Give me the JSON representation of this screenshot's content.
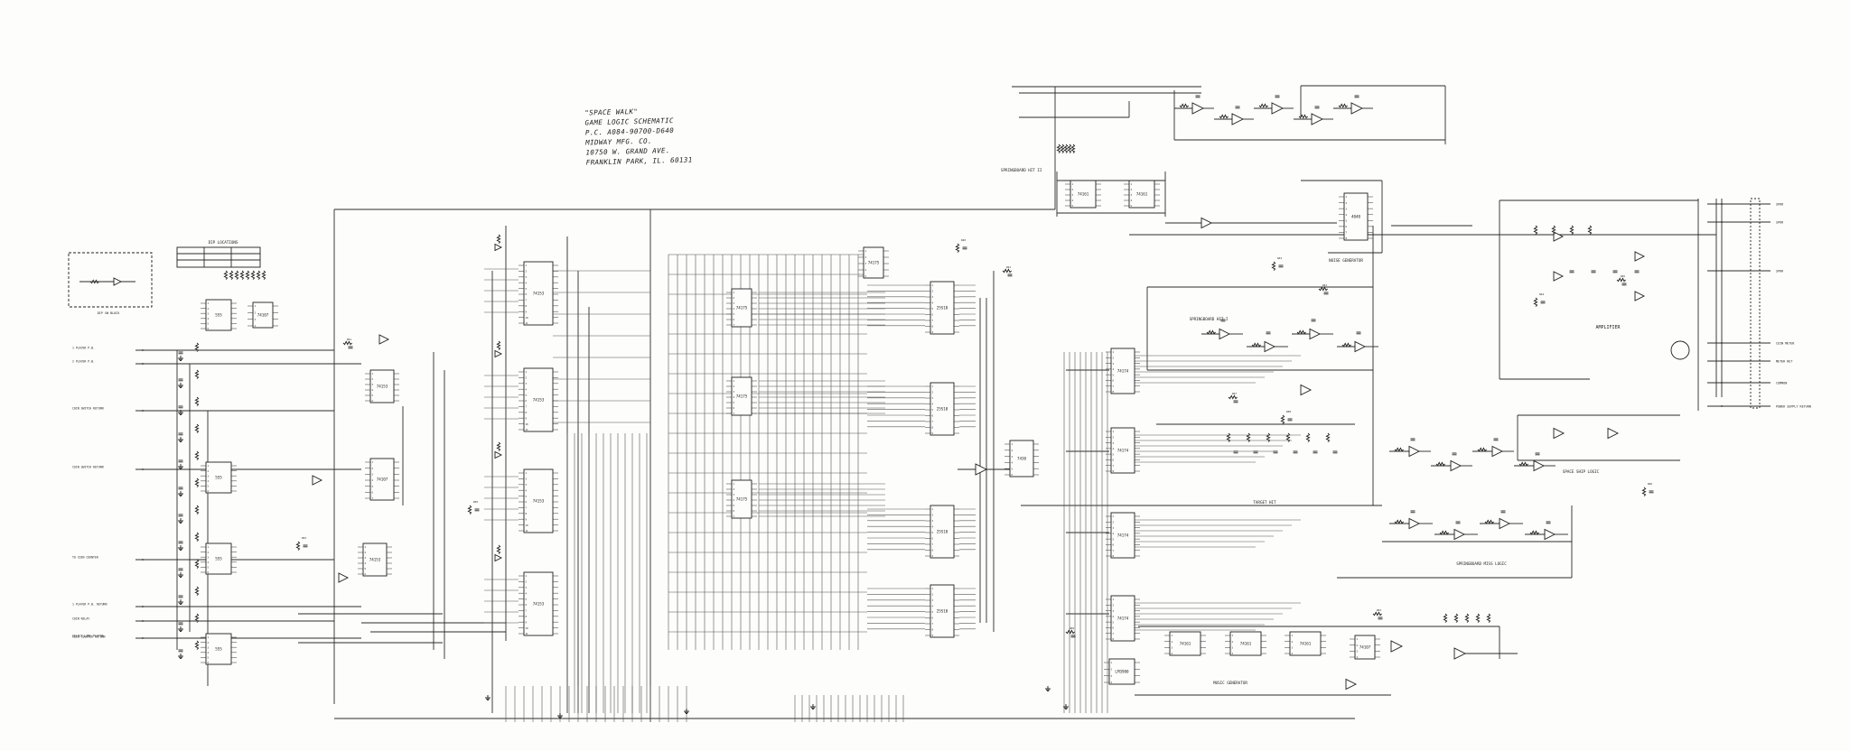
{
  "title_block": {
    "line1": "\"SPACE WALK\"",
    "line2": "GAME LOGIC SCHEMATIC",
    "line3": "P.C. A084-90700-D640",
    "line4": "MIDWAY MFG. CO.",
    "line5": "10750 W. GRAND AVE.",
    "line6": "FRANKLIN PARK, IL. 60131"
  },
  "section_labels": {
    "dip_locations": "DIP LOCATIONS",
    "dip_sw_block": "DIP SW BLOCK",
    "springboard_hit_2": "SPRINGBOARD HIT II",
    "noise_generator": "NOISE GENERATOR",
    "springboard_hit_1": "SPRINGBOARD HIT I",
    "amplifier": "AMPLIFIER",
    "space_ship_logic": "SPACE SHIP LOGIC",
    "target_hit": "TARGET HIT",
    "springboard_miss_logic": "SPRINGBOARD MISS LOGIC",
    "music_generator": "MUSIC GENERATOR"
  },
  "left_connector_labels": [
    "1 PLAYER P.B.",
    "2 PLAYER P.B.",
    "COIN SWITCH RETURN",
    "COIN SWITCH RETURN",
    "TO COIN COUNTER",
    "1 PLAYER P.B. RETURN",
    "COIN RELAY",
    "SELECT LINE PLAYER",
    "COIN COUNTER RETURN"
  ],
  "right_connector_labels": [
    "SPKR",
    "SPKR",
    "SPKR",
    "COIN METER",
    "METER RET",
    "COMMON",
    "POWER SUPPLY RETURN"
  ],
  "chips": {
    "u_left_555_a": "555",
    "u_left_555_b": "555",
    "u_left_555_c": "555",
    "u_left_555_d": "555",
    "u_7404_a": "74153",
    "u_74107": "74107",
    "u_74153_a": "74153",
    "u_74153_b": "74153",
    "u_74153_c": "74153",
    "u_74153_d": "74153",
    "u_74175_a": "74175",
    "u_74175_b": "74175",
    "u_74175_c": "74175",
    "u_74175_d": "74175",
    "u_25s10_a": "25S10",
    "u_25s10_b": "25S10",
    "u_25s10_c": "25S10",
    "u_25s10_d": "25S10",
    "u_7430": "7430",
    "u_74161_a": "74161",
    "u_74161_b": "74161",
    "u_74174_a": "74174",
    "u_74174_b": "74174",
    "u_74174_c": "74174",
    "u_74174_d": "74174",
    "u_74161_c": "74161",
    "u_74161_d": "74161",
    "u_74161_e": "74161",
    "u_74107_b": "74107",
    "u_lm324": "LM3900",
    "u_4040": "4040"
  }
}
